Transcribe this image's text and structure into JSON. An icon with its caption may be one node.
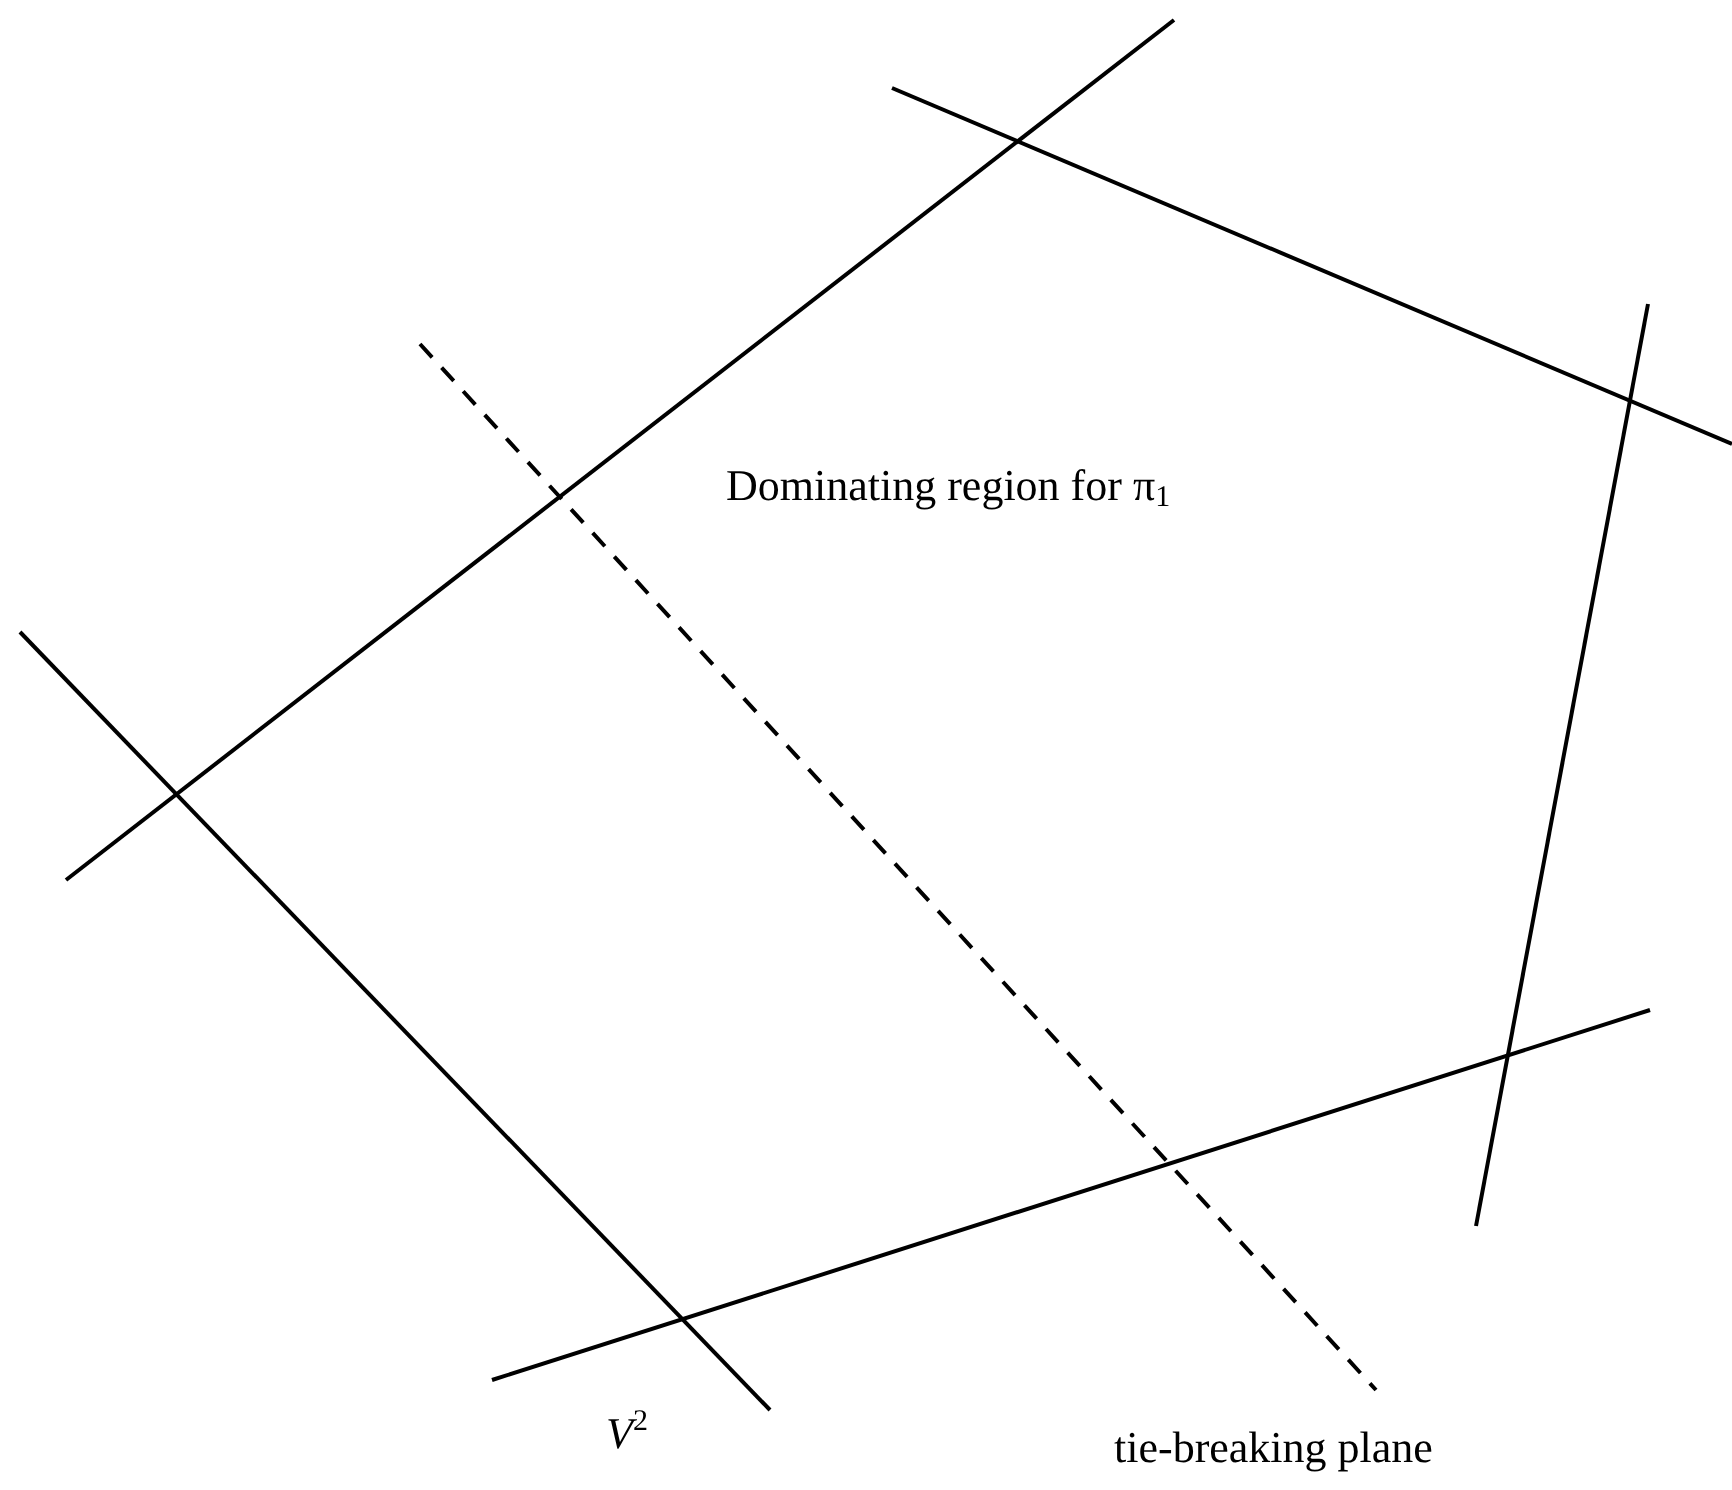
{
  "diagram": {
    "labels": [
      "Dominating region for π$_{1}$",
      "*V*$^{2}$",
      "tie-breaking plane"
    ]
  }
}
